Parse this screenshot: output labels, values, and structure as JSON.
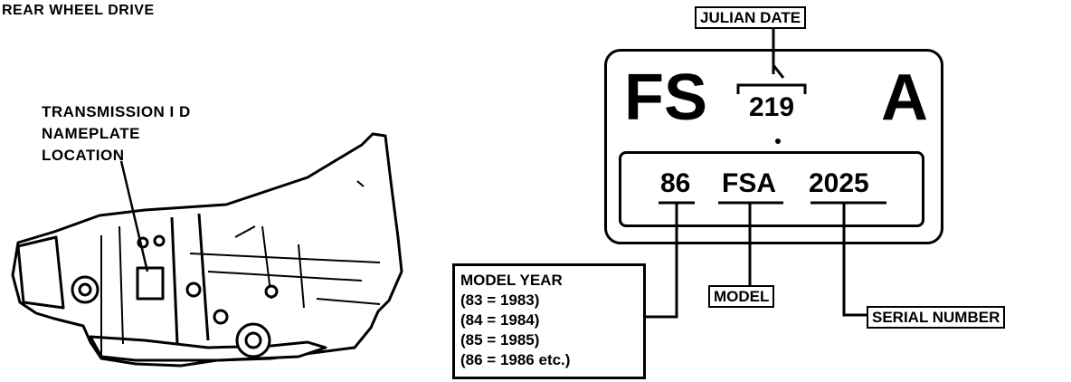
{
  "title": "REAR WHEEL DRIVE",
  "transmission_label": [
    "TRANSMISSION I D",
    "NAMEPLATE",
    "LOCATION"
  ],
  "nameplate": {
    "big_left": "FS",
    "julian_value": "219",
    "big_right": "A",
    "year_code": "86",
    "model_code": "FSA",
    "serial_code": "2025"
  },
  "callouts": {
    "julian_date": "JULIAN DATE",
    "model": "MODEL",
    "serial_number": "SERIAL NUMBER"
  },
  "model_year": {
    "heading": "MODEL YEAR",
    "lines": [
      "(83  =  1983)",
      "(84  =  1984)",
      "(85  =  1985)",
      "(86  =  1986 etc.)"
    ]
  }
}
